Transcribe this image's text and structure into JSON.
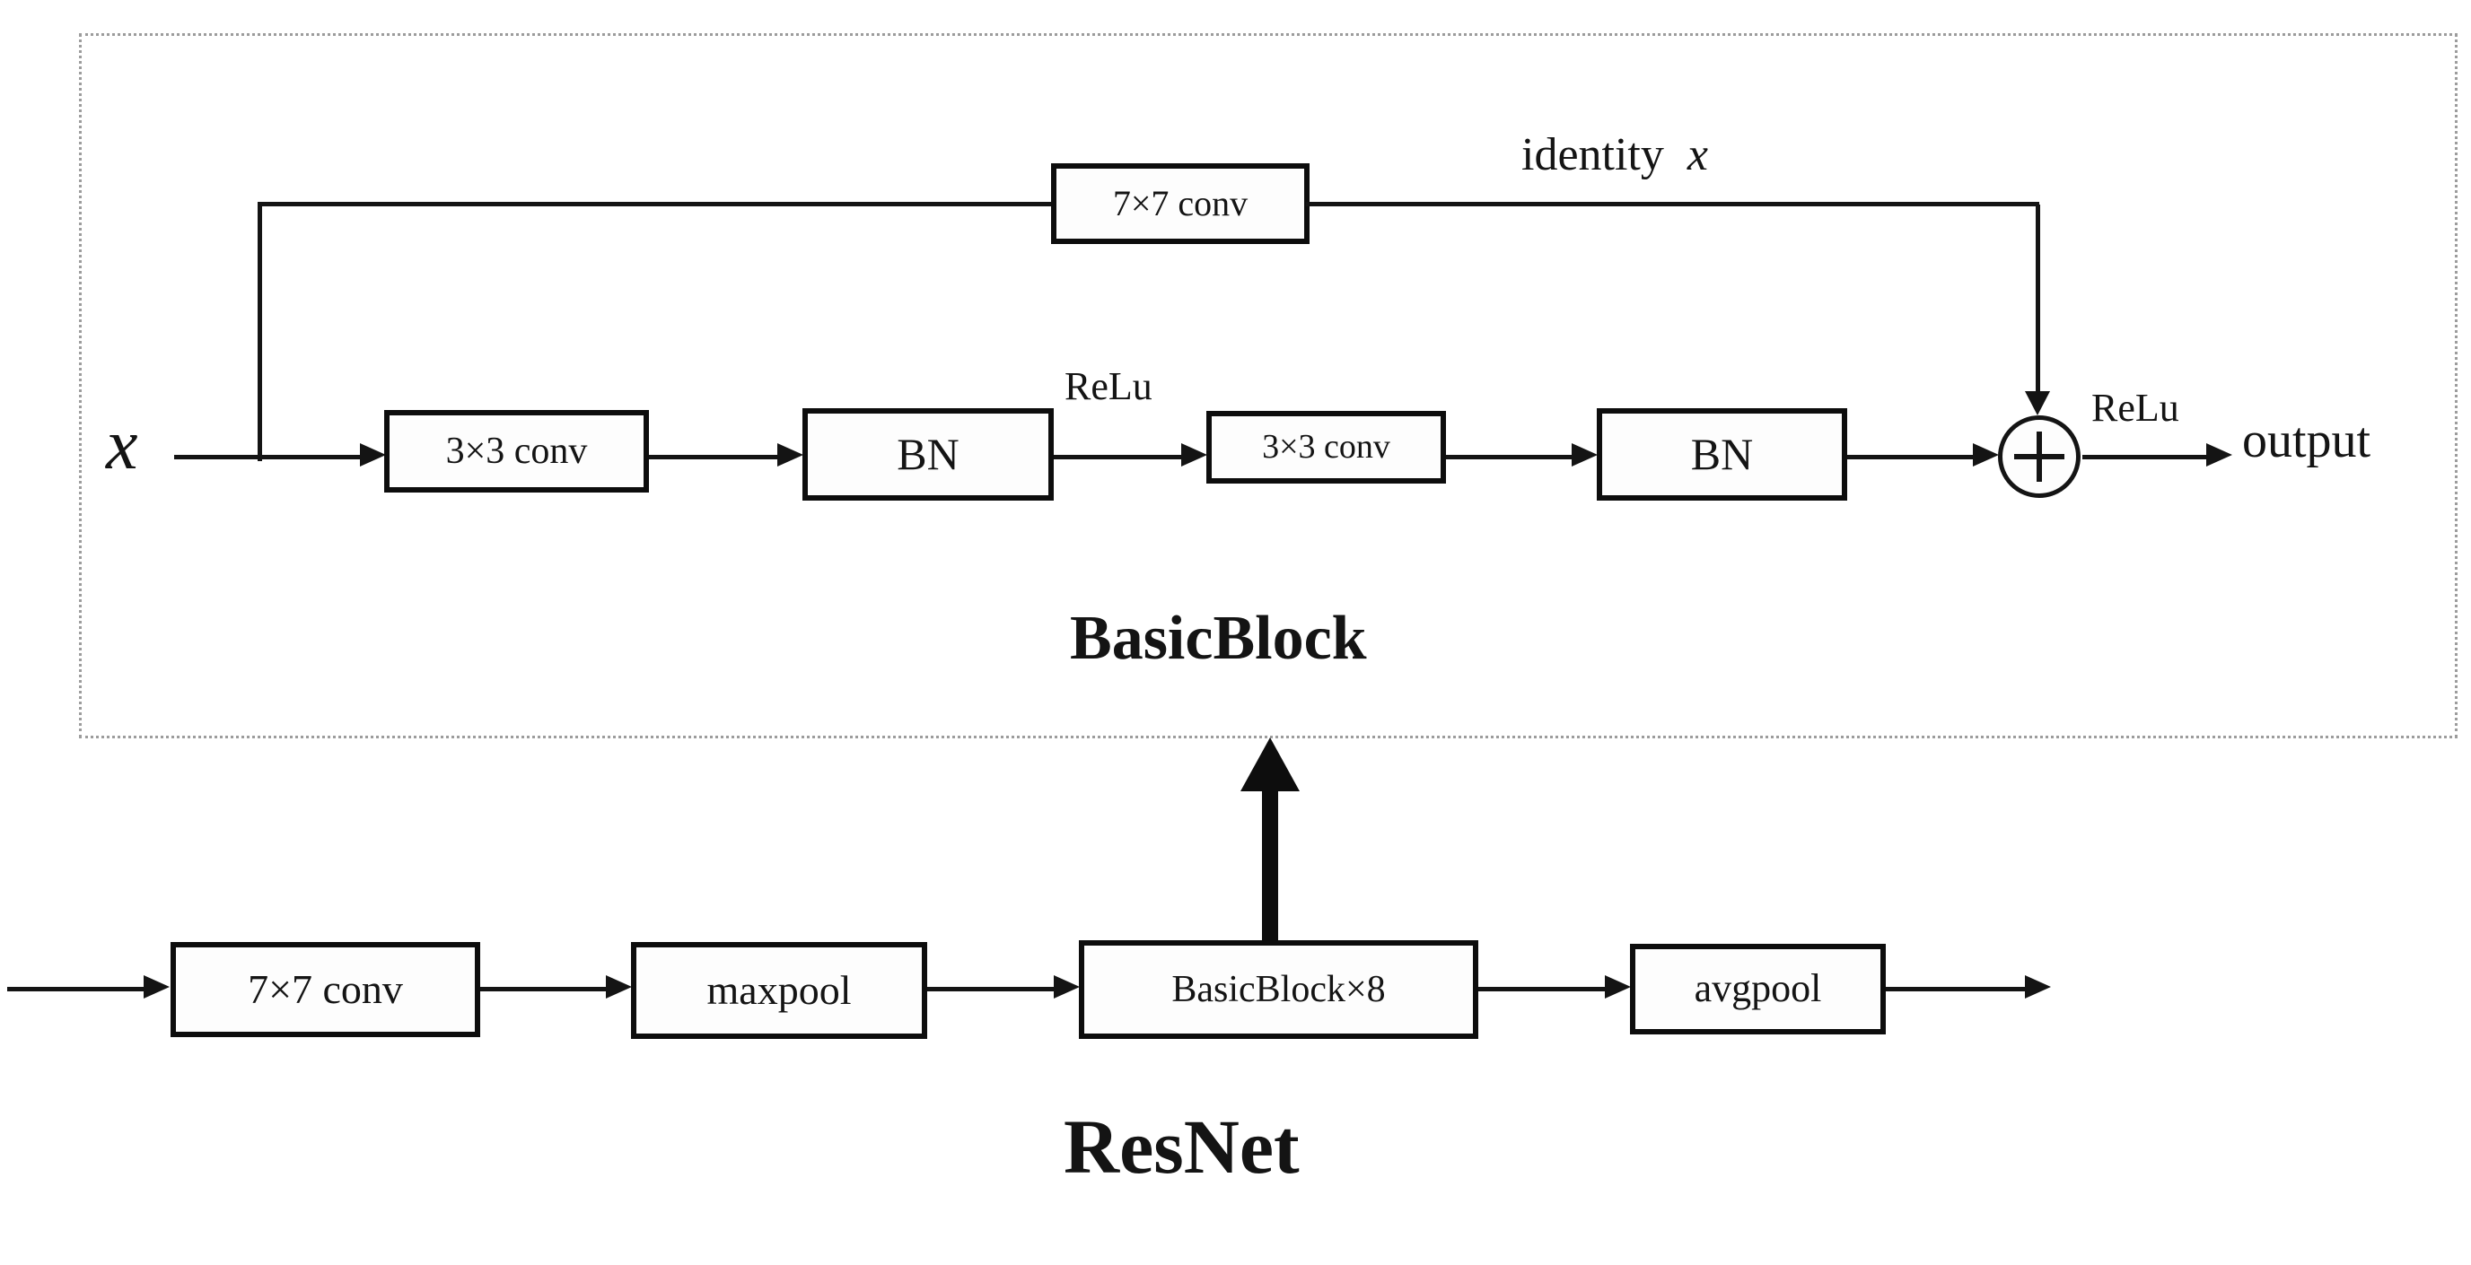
{
  "colors": {
    "background": "#ffffff",
    "ink": "#141414",
    "box_border": "#0d0d0d",
    "box_background": "#fdfdfd",
    "dashed_border": "#9c9c9c"
  },
  "basic_block": {
    "title": "BasicBlock",
    "input_var": "x",
    "skip_conv_label": "7×7 conv",
    "identity_label": "identity",
    "identity_var": "x",
    "conv1_label": "3×3 conv",
    "bn1_label": "BN",
    "relu1_label": "ReLu",
    "conv2_label": "3×3 conv",
    "bn2_label": "BN",
    "relu2_label": "ReLu",
    "output_label": "output"
  },
  "resnet": {
    "title": "ResNet",
    "conv_label": "7×7 conv",
    "maxpool_label": "maxpool",
    "block_label": "BasicBlock×8",
    "avgpool_label": "avgpool"
  }
}
